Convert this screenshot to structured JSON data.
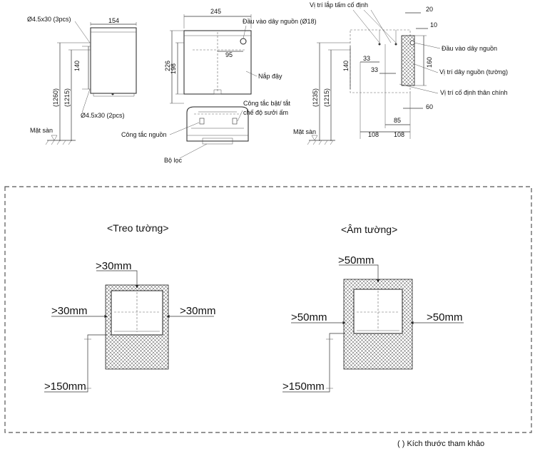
{
  "top_drawings": {
    "side_view": {
      "screw_top": "Ø4.5x30 (3pcs)",
      "screw_bottom": "Ø4.5x30 (2pcs)",
      "dim_width": "154",
      "dim_140": "140",
      "dim_1260": "(1260)",
      "dim_1215": "(1215)",
      "floor": "Mặt sàn"
    },
    "front_view": {
      "dim_245": "245",
      "dim_226": "226",
      "dim_198": "198",
      "dim_95": "95",
      "power_inlet": "Đầu vào dây nguồn (Ø18)",
      "cover": "Nắp đậy",
      "switch_heat": "Công tắc bật/ tắt\nchế độ sưởi ấm",
      "power_switch": "Công tắc nguồn",
      "filter": "Bộ lọc"
    },
    "rear_view": {
      "plate_pos": "Vị trí lắp tấm cố định",
      "dim_20": "20",
      "dim_10": "10",
      "power_inlet": "Đầu vào dây nguồn",
      "dim_33a": "33",
      "dim_33b": "33",
      "dim_140": "140",
      "dim_160": "160",
      "wire_pos": "Vị trí dây nguồn (tường)",
      "body_pos": "Vị trí cố định thân chính",
      "dim_1235": "(1235)",
      "dim_1215": "(1215)",
      "dim_60": "60",
      "dim_85": "85",
      "dim_108a": "108",
      "dim_108b": "108",
      "floor": "Mặt sàn"
    }
  },
  "clearance": {
    "wall_mount": {
      "title": "<Treo tường>",
      "top": ">30mm",
      "left": ">30mm",
      "right": ">30mm",
      "bottom": ">150mm"
    },
    "recessed": {
      "title": "<Âm tường>",
      "top": ">50mm",
      "left": ">50mm",
      "right": ">50mm",
      "bottom": ">150mm"
    }
  },
  "footnote": "( ) Kích thước tham khảo"
}
